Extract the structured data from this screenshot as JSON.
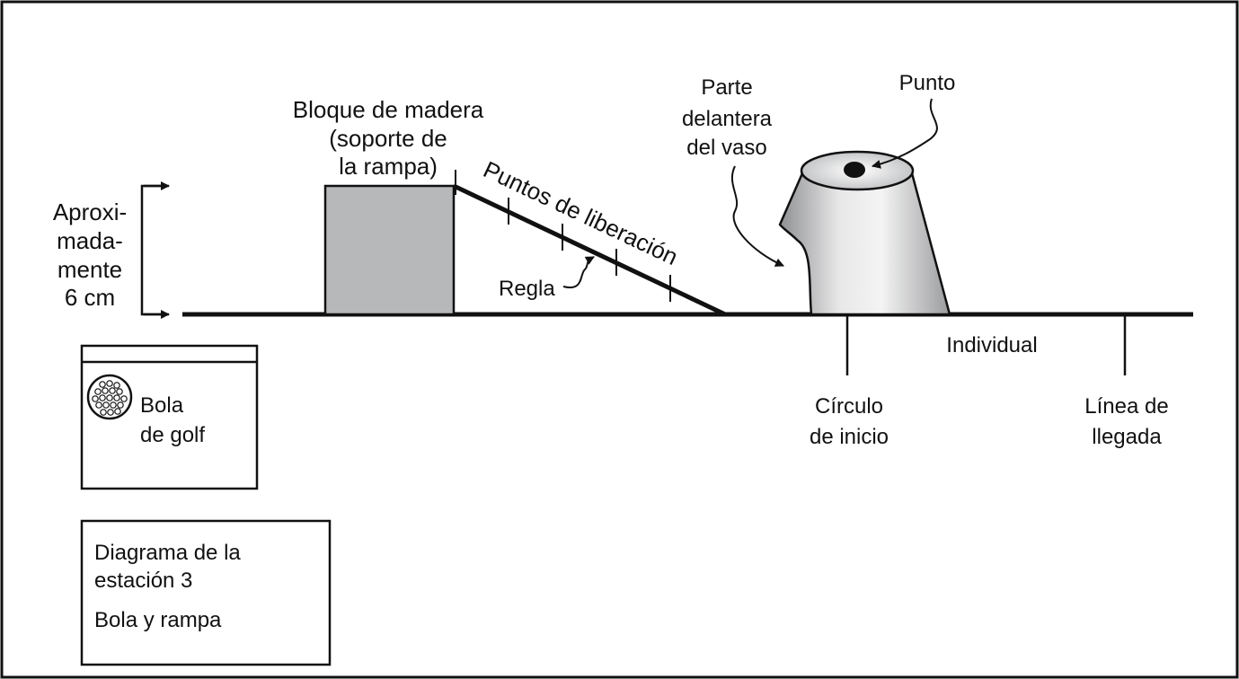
{
  "height_label": [
    "Aproxi-",
    "mada-",
    "mente",
    "6 cm"
  ],
  "block_label": [
    "Bloque de madera",
    "(soporte de",
    "la rampa)"
  ],
  "release_points_label": "Puntos de liberación",
  "ruler_label": "Regla",
  "cup_front_label": [
    "Parte",
    "delantera",
    "del vaso"
  ],
  "dot_label": "Punto",
  "individual_label": "Individual",
  "start_circle_label": [
    "Círculo",
    "de inicio"
  ],
  "finish_line_label": [
    "Línea de",
    "llegada"
  ],
  "ball_card_label": [
    "Bola",
    "de golf"
  ],
  "title_card": {
    "title": [
      "Diagrama de la",
      "estación 3"
    ],
    "subtitle": "Bola y rampa"
  },
  "colors": {
    "block_fill": "#b7b8ba",
    "line": "#111111"
  }
}
